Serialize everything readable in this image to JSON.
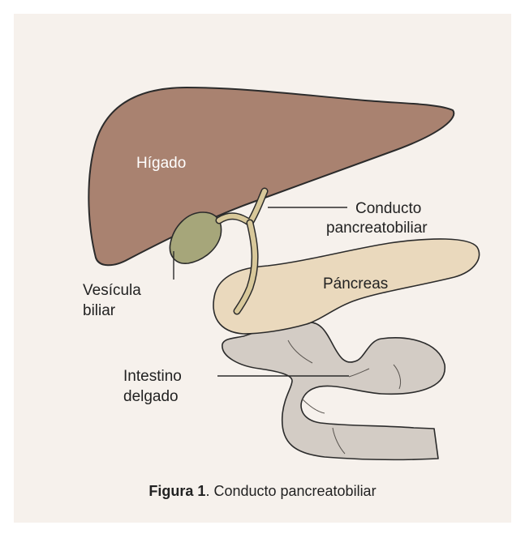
{
  "labels": {
    "liver": "Hígado",
    "duct_line1": "Conducto",
    "duct_line2": "pancreatobiliar",
    "pancreas": "Páncreas",
    "gallbladder_line1": "Vesícula",
    "gallbladder_line2": "biliar",
    "intestine_line1": "Intestino",
    "intestine_line2": "delgado"
  },
  "caption": {
    "prefix": "Figura 1",
    "text": ". Conducto pancreatobiliar"
  },
  "colors": {
    "background": "#f6f1ec",
    "liver": "#a98270",
    "gallbladder": "#a6a67a",
    "duct": "#d8c89a",
    "pancreas": "#ead9bd",
    "intestine": "#d3ccc5",
    "outline": "#2b2b2b"
  }
}
